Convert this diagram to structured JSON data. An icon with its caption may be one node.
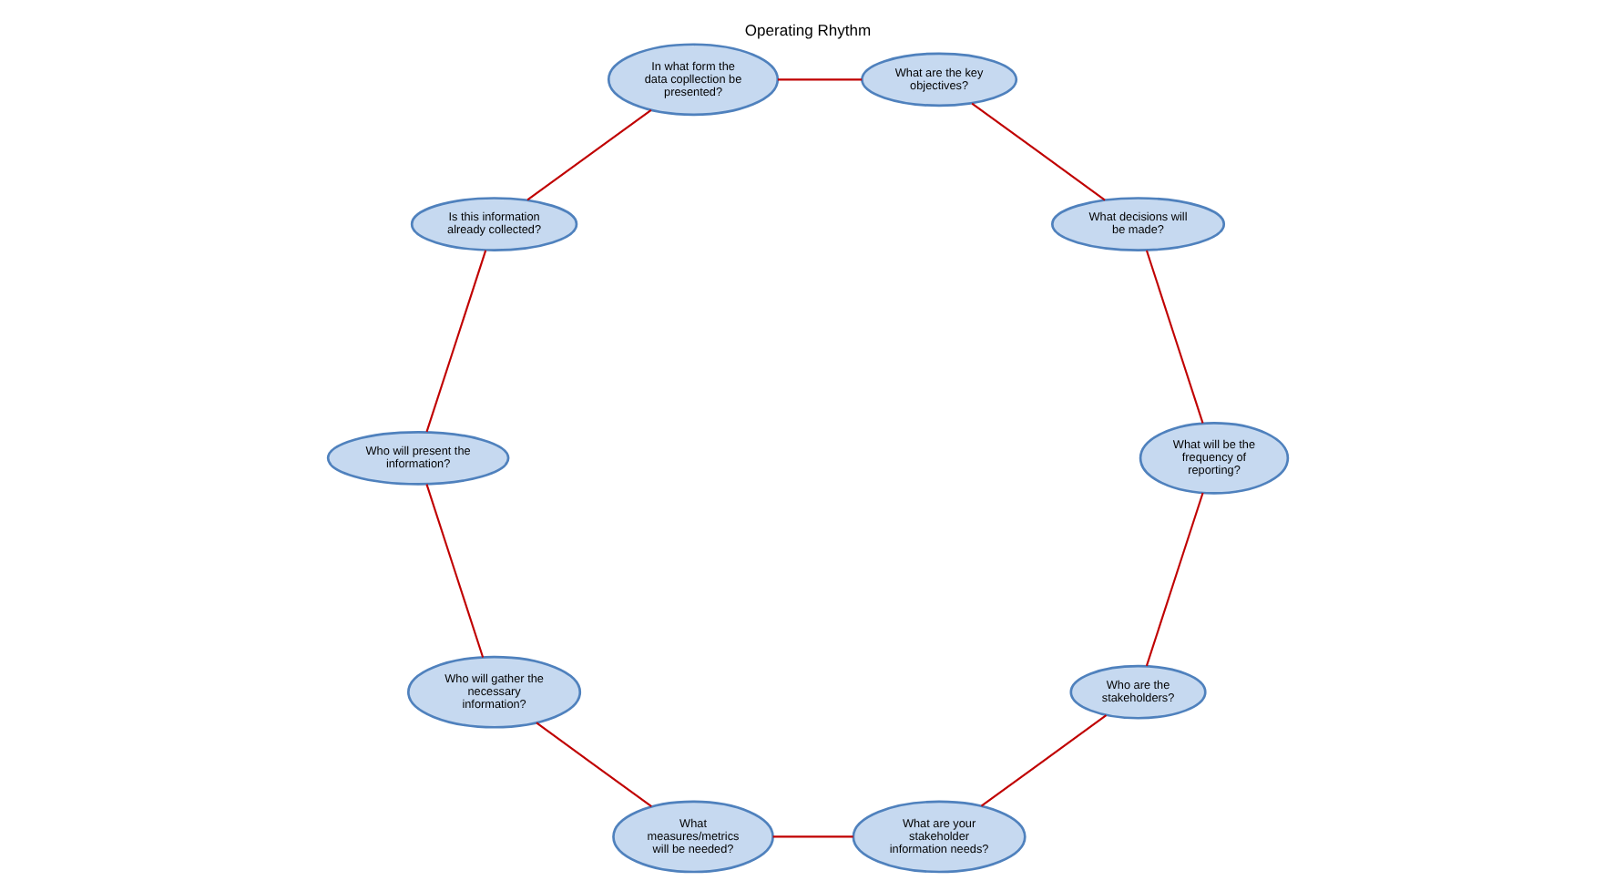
{
  "diagram": {
    "title": "Operating Rhythm",
    "nodes": [
      {
        "text": [
          "Who are the stakeholders?"
        ]
      },
      {
        "text": [
          "What are your stakeholder information needs?"
        ]
      },
      {
        "text": [
          "What measures/metrics will be needed?"
        ]
      },
      {
        "text": [
          "Who will gather the necessary information?"
        ]
      },
      {
        "text": [
          "Who will present the information?"
        ]
      },
      {
        "text": [
          "Is this information already collected?"
        ]
      },
      {
        "text": [
          "In what form the data copllection be presented?"
        ]
      },
      {
        "text": [
          "What are the key objectives?"
        ]
      },
      {
        "text": [
          "What decisions will be made?"
        ]
      },
      {
        "text": [
          "What will be the frequency of reporting?"
        ]
      }
    ],
    "edges": [
      {
        "from": 0,
        "to": 1,
        "arrow": "none"
      },
      {
        "from": 1,
        "to": 2,
        "arrow": "none"
      },
      {
        "from": 2,
        "to": 3,
        "arrow": "none"
      },
      {
        "from": 3,
        "to": 4,
        "arrow": "none"
      },
      {
        "from": 4,
        "to": 5,
        "arrow": "none"
      },
      {
        "from": 5,
        "to": 6,
        "arrow": "none"
      },
      {
        "from": 6,
        "to": 7,
        "arrow": "none"
      },
      {
        "from": 7,
        "to": 8,
        "arrow": "none"
      },
      {
        "from": 8,
        "to": 9,
        "arrow": "none"
      },
      {
        "from": 9,
        "to": 0,
        "arrow": "none"
      }
    ]
  }
}
